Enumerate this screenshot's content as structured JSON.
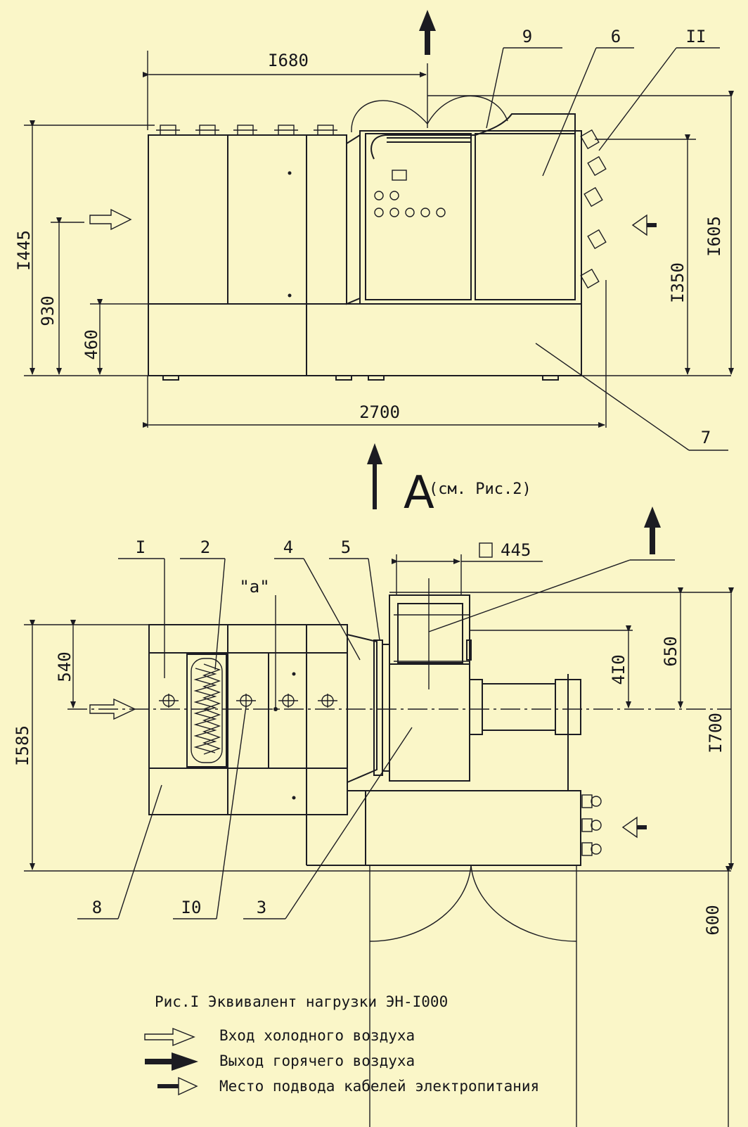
{
  "top_view": {
    "dims": {
      "width_1680": "I680",
      "height_1445": "I445",
      "height_930": "930",
      "height_460": "460",
      "width_2700": "2700",
      "height_1350": "I350",
      "height_1605": "I605"
    },
    "labels": {
      "l9": "9",
      "l6": "6",
      "l11": "II",
      "l7": "7"
    }
  },
  "view_a": {
    "letter": "A",
    "note": "(см. Рис.2)"
  },
  "side_view": {
    "dims": {
      "height_1585": "I585",
      "height_540": "540",
      "size_445": "445",
      "height_650": "650",
      "height_410": "4I0",
      "height_1700": "I700",
      "height_600": "600"
    },
    "labels": {
      "l1": "I",
      "l2": "2",
      "l4": "4",
      "l5": "5",
      "la": "\"a\"",
      "l8": "8",
      "l10": "I0",
      "l3": "3"
    }
  },
  "caption": "Рис.I Эквивалент нагрузки ЭН-I000",
  "legend": {
    "cold_air_in": "Вход холодного воздуха",
    "hot_air_out": "Выход горячего воздуха",
    "power_cable_entry": "Место подвода кабелей электропитания"
  },
  "colors": {
    "paper": "#faf6c8",
    "ink": "#1c1c22"
  }
}
